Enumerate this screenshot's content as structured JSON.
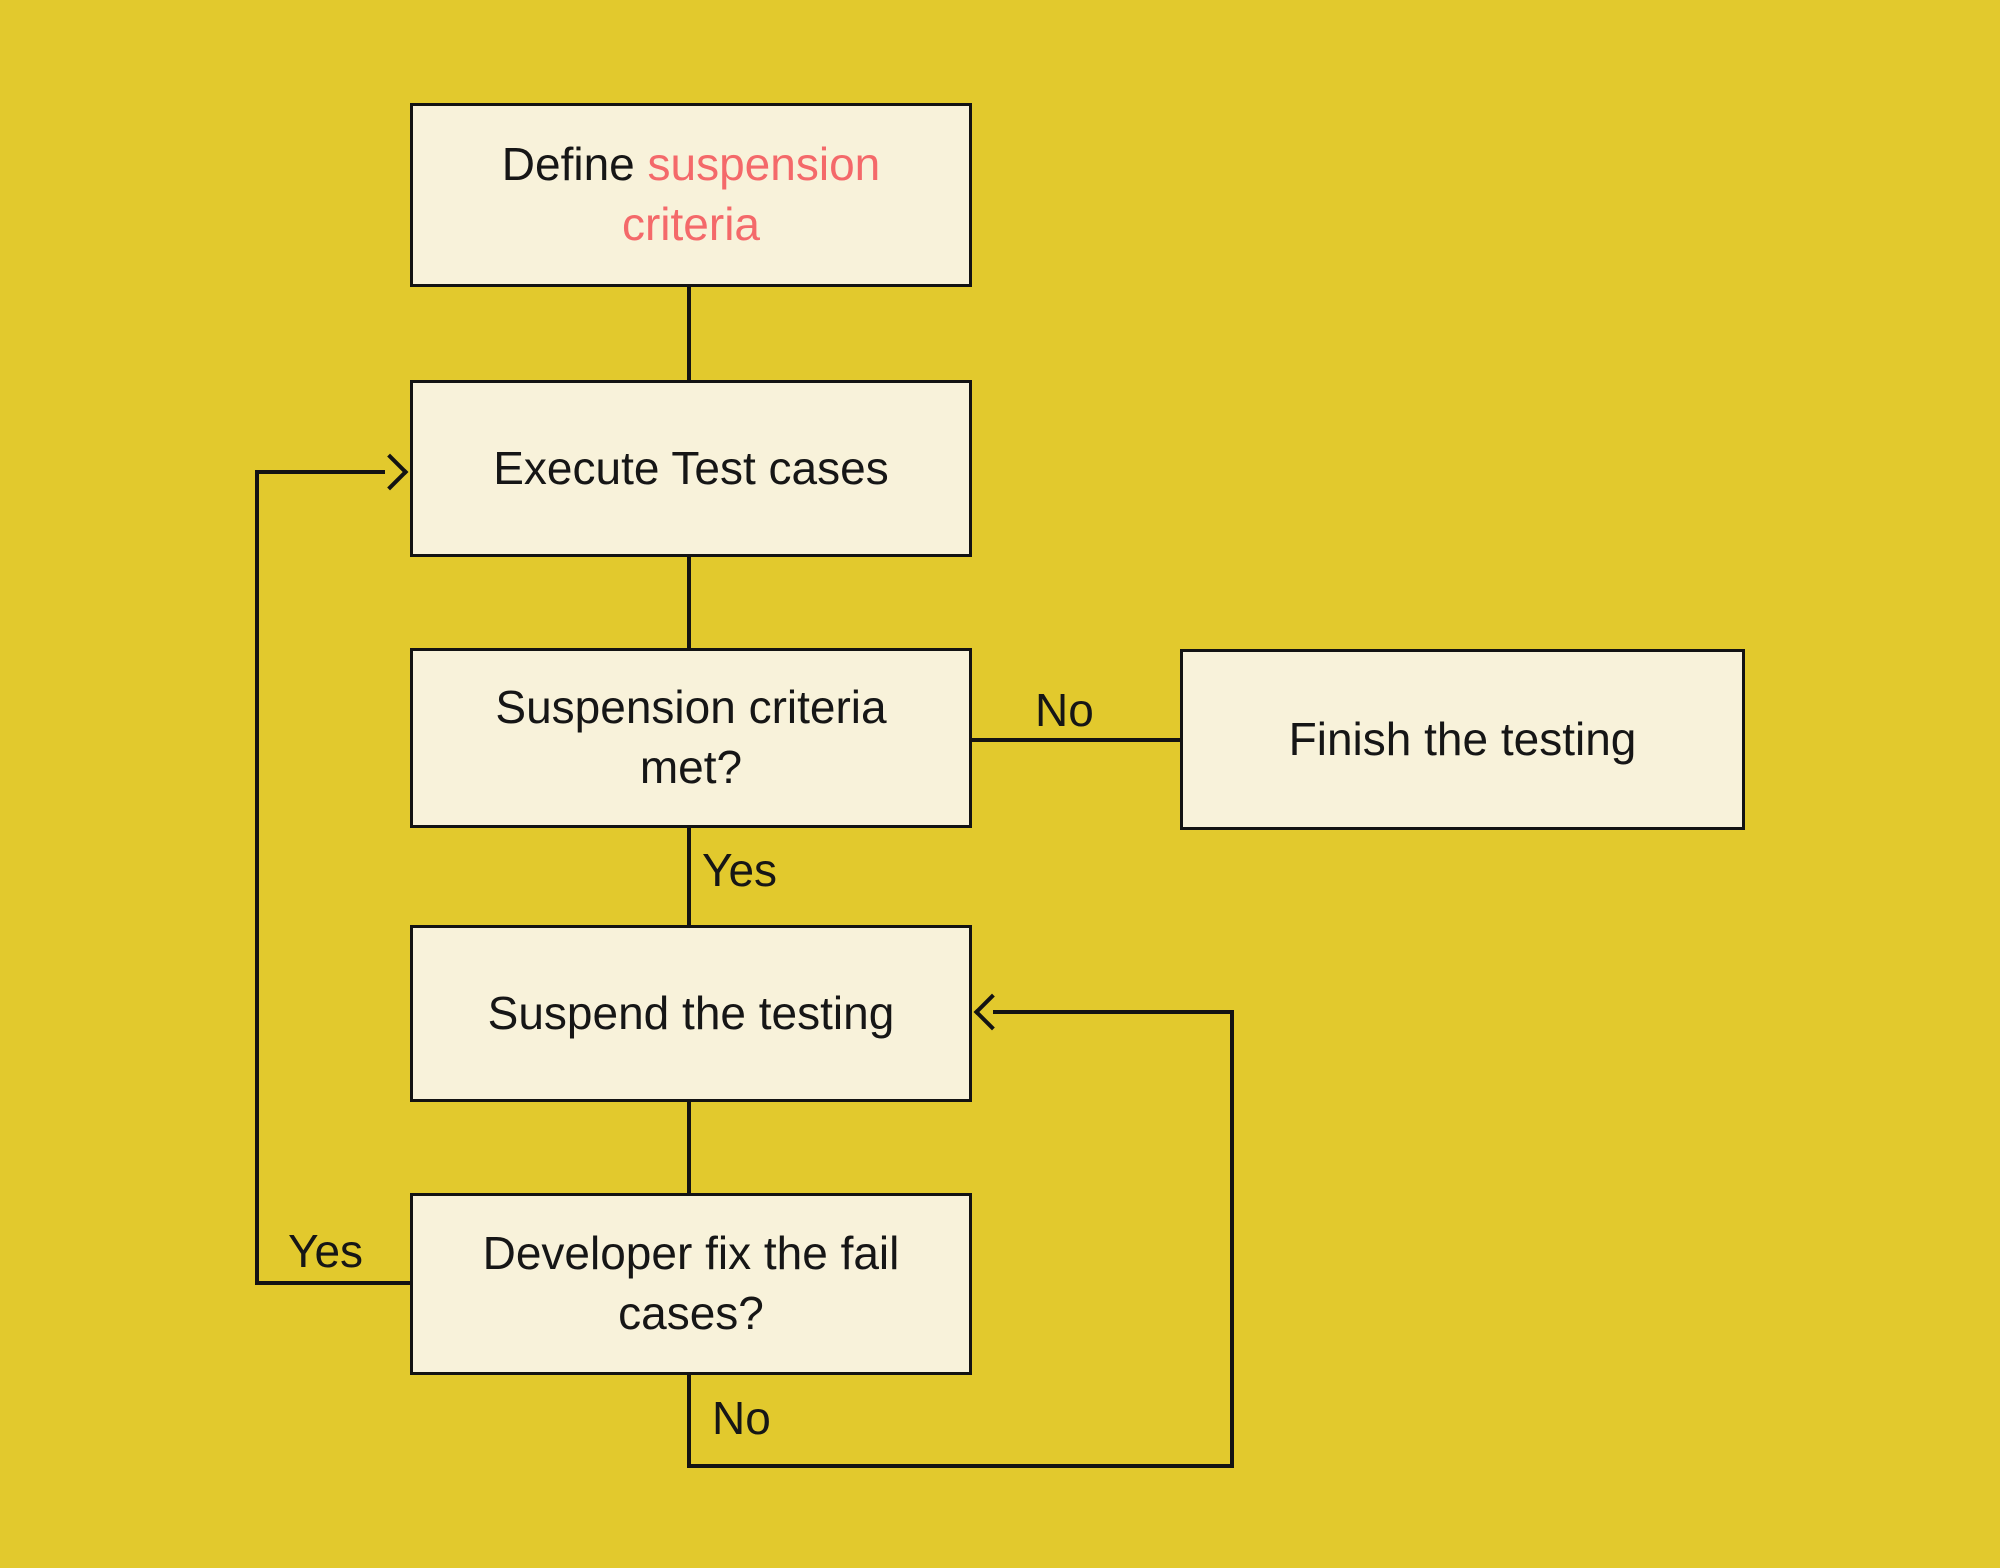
{
  "diagram": {
    "type": "flowchart",
    "colors": {
      "background": "#e2c92d",
      "node_fill": "#f8f2da",
      "outline": "#131313",
      "accent_red": "#f4696a",
      "text": "#161616"
    },
    "nodes": {
      "define": {
        "prefix": "Define",
        "highlight": "suspension criteria"
      },
      "execute": {
        "label": "Execute Test cases"
      },
      "criteria_met": {
        "label": "Suspension criteria met?"
      },
      "finish": {
        "label": "Finish the testing"
      },
      "suspend": {
        "label": "Suspend the testing"
      },
      "developer_fix": {
        "label": "Developer fix the fail cases?"
      }
    },
    "edge_labels": {
      "criteria_no": "No",
      "criteria_yes": "Yes",
      "developer_yes": "Yes",
      "developer_no": "No"
    },
    "edges": [
      "define -> execute",
      "execute -> criteria_met",
      "criteria_met -No-> finish",
      "criteria_met -Yes-> suspend",
      "suspend -> developer_fix",
      "developer_fix -Yes-> execute",
      "developer_fix -No-> suspend"
    ]
  }
}
